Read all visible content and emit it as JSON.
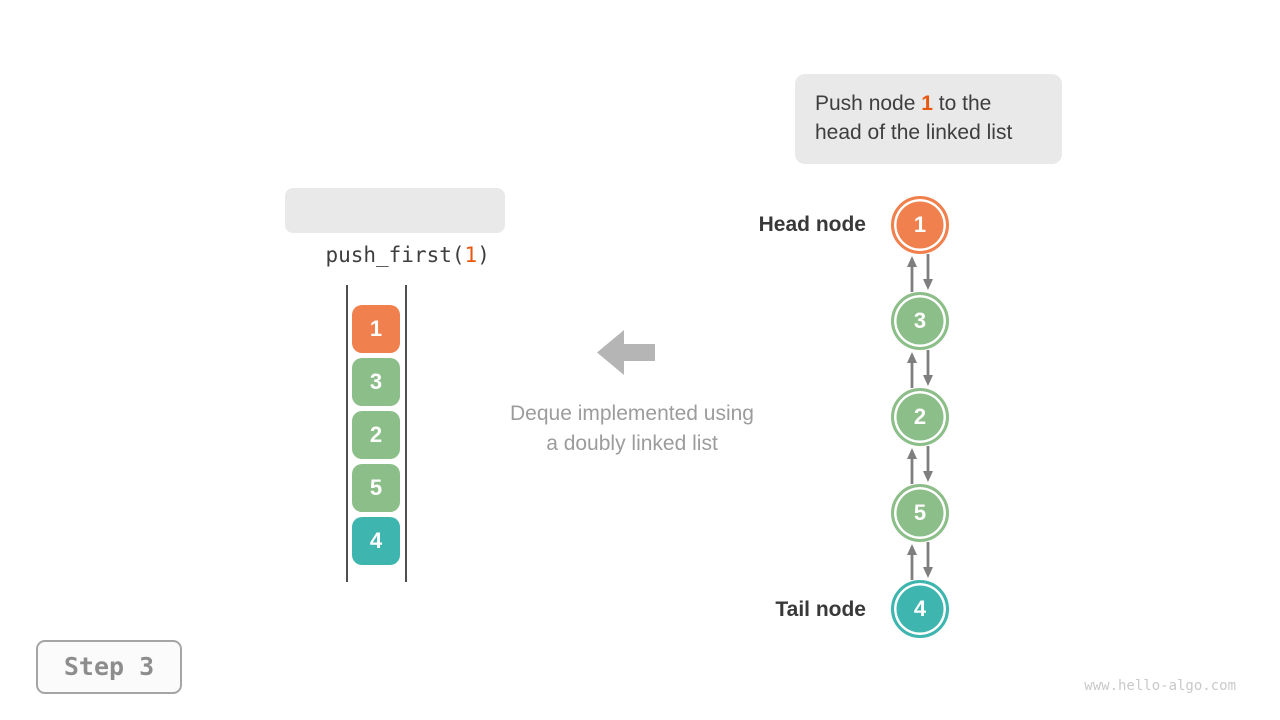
{
  "page": {
    "background": "#ffffff",
    "watermark": "www.hello-algo.com"
  },
  "colors": {
    "accent_orange": "#e8580c",
    "node_orange": "#f0804e",
    "node_green": "#8cbe89",
    "node_teal": "#3fb5b0",
    "box_gray": "#e9e9e9",
    "arrow_gray": "#7f7f7f",
    "block_arrow_gray": "#b5b5b5"
  },
  "icons": {
    "block_arrow": "left-block-arrow",
    "link_arrows": "bidirectional-vertical-arrows"
  },
  "callout": {
    "before": "Push node ",
    "highlight": "1",
    "after": " to the head of the linked list"
  },
  "operation": {
    "code_before": "push_first(",
    "code_arg": "1",
    "code_after": ")"
  },
  "deque": {
    "items": [
      {
        "value": "1",
        "color": "#f0804e"
      },
      {
        "value": "3",
        "color": "#8cbe89"
      },
      {
        "value": "2",
        "color": "#8cbe89"
      },
      {
        "value": "5",
        "color": "#8cbe89"
      },
      {
        "value": "4",
        "color": "#3fb5b0"
      }
    ]
  },
  "annotation": {
    "line1": "Deque implemented using",
    "line2": "a doubly linked list"
  },
  "linked_list": {
    "head_label": "Head node",
    "tail_label": "Tail node",
    "nodes": [
      {
        "value": "1",
        "color": "#f0804e"
      },
      {
        "value": "3",
        "color": "#8cbe89"
      },
      {
        "value": "2",
        "color": "#8cbe89"
      },
      {
        "value": "5",
        "color": "#8cbe89"
      },
      {
        "value": "4",
        "color": "#3fb5b0"
      }
    ]
  },
  "step": {
    "label": "Step 3"
  }
}
